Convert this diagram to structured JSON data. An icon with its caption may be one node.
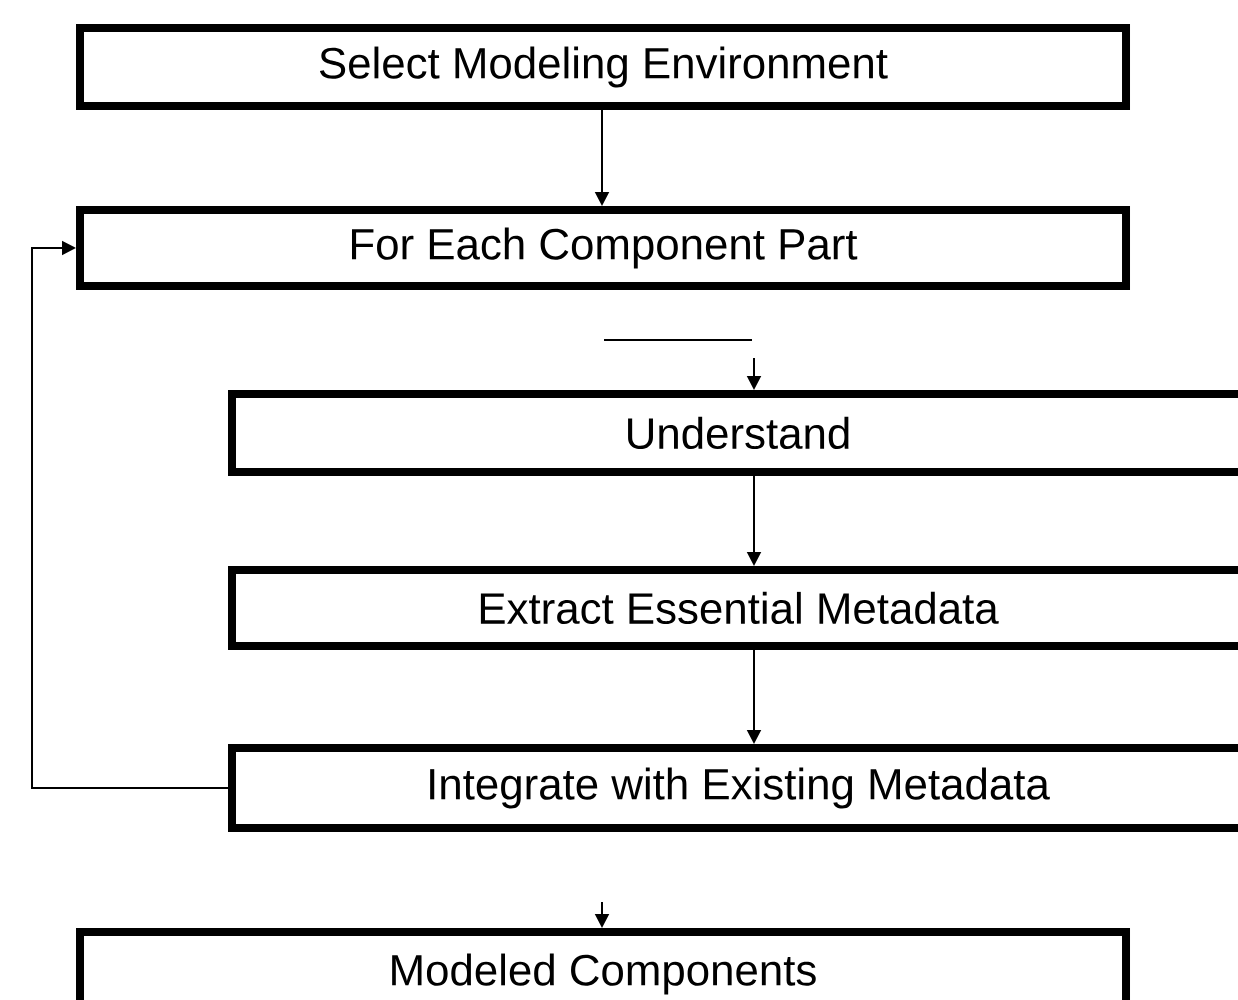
{
  "diagram": {
    "nodes": [
      {
        "text": [
          "Select Modeling Environment"
        ]
      },
      {
        "text": [
          "For Each Component Part"
        ]
      },
      {
        "text": [
          "Understand"
        ]
      },
      {
        "text": [
          "Extract Essential Metadata"
        ]
      },
      {
        "text": [
          "Integrate with Existing Metadata"
        ]
      },
      {
        "text": [
          "Modeled Components"
        ]
      }
    ],
    "edges": [
      {
        "from": 0,
        "to": 1,
        "arrow": "to"
      },
      {
        "from": null,
        "to": 2,
        "arrow": "to"
      },
      {
        "from": 2,
        "to": 3,
        "arrow": "to"
      },
      {
        "from": 3,
        "to": 4,
        "arrow": "to"
      },
      {
        "from": 4,
        "to": 1,
        "arrow": "to"
      },
      {
        "from": null,
        "to": 5,
        "arrow": "to"
      }
    ]
  }
}
